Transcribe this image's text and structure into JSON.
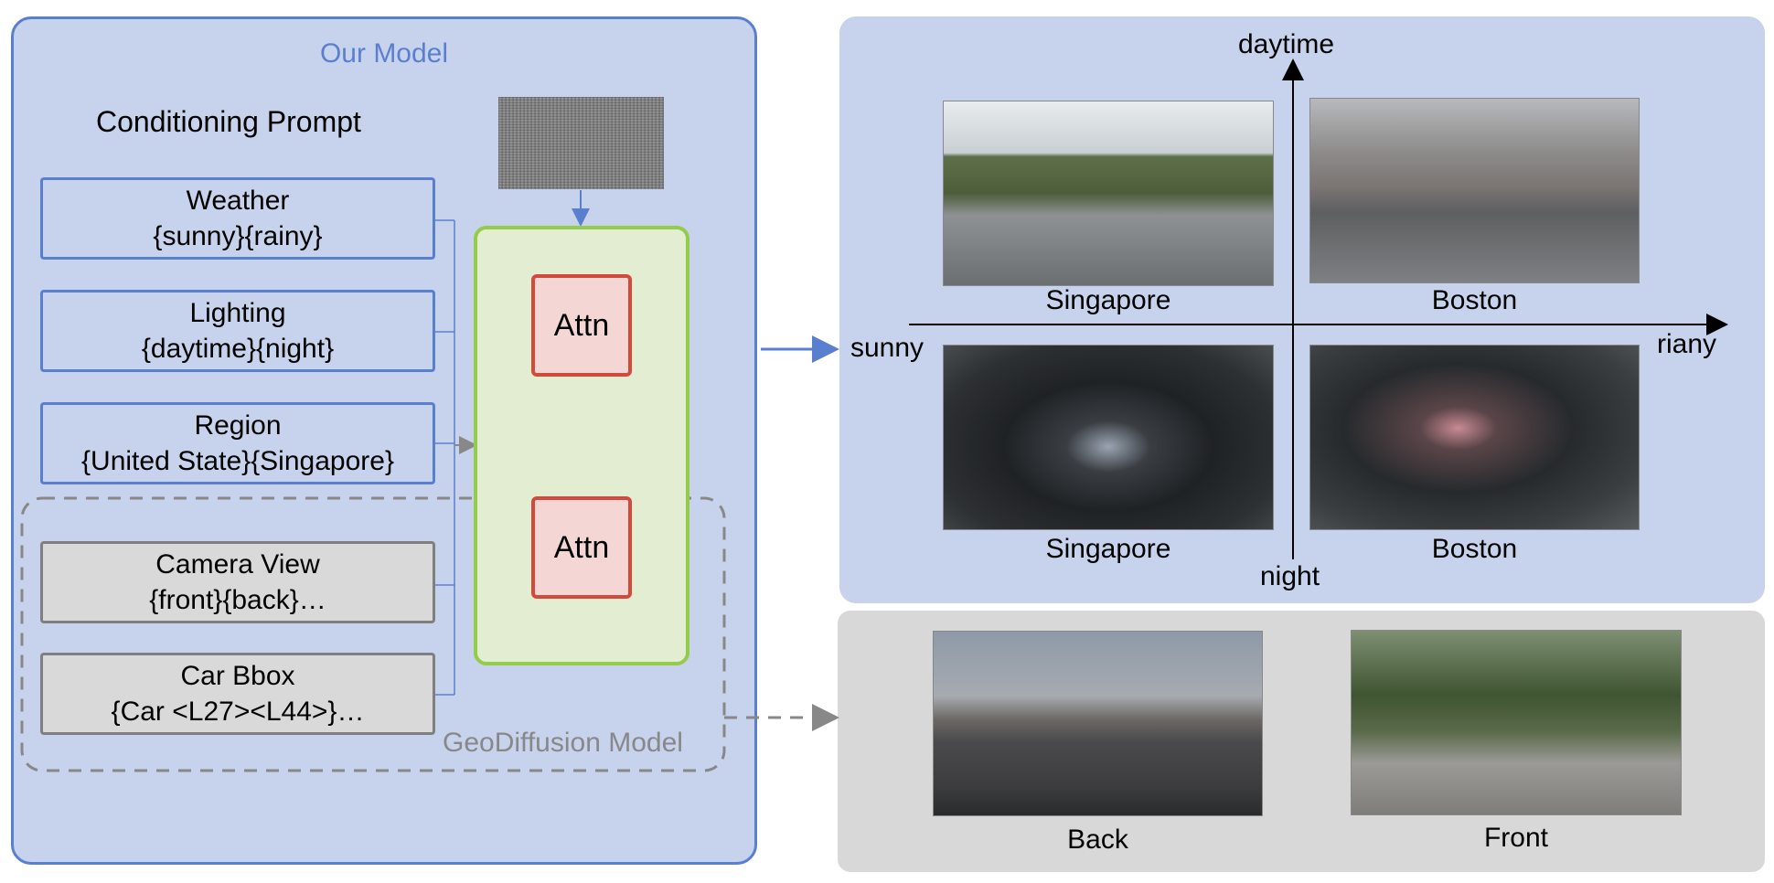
{
  "model_panel": {
    "title": "Our Model",
    "conditioning_title": "Conditioning Prompt",
    "prompts": [
      {
        "name": "Weather",
        "options": "{sunny}{rainy}"
      },
      {
        "name": "Lighting",
        "options": "{daytime}{night}"
      },
      {
        "name": "Region",
        "options": "{United State}{Singapore}"
      },
      {
        "name": "Camera View",
        "options": "{front}{back}…"
      },
      {
        "name": "Car Bbox",
        "options": "{Car <L27><L44>}…"
      }
    ],
    "attn_label": "Attn",
    "geodiffusion_label": "GeoDiffusion Model"
  },
  "results_panel": {
    "axis": {
      "top": "daytime",
      "bottom": "night",
      "left": "sunny",
      "right": "riany"
    },
    "images": [
      {
        "caption": "Singapore",
        "scene": "sunny daytime"
      },
      {
        "caption": "Boston",
        "scene": "rainy daytime"
      },
      {
        "caption": "Singapore",
        "scene": "sunny night"
      },
      {
        "caption": "Boston",
        "scene": "rainy night"
      }
    ]
  },
  "views_panel": {
    "images": [
      {
        "caption": "Back"
      },
      {
        "caption": "Front"
      }
    ]
  },
  "colors": {
    "panel_blue": "#c7d2ec",
    "border_blue": "#5b7fcf",
    "unet_green": "#92cc4a",
    "attn_red": "#d24a3c",
    "grey_dash": "#888888"
  }
}
